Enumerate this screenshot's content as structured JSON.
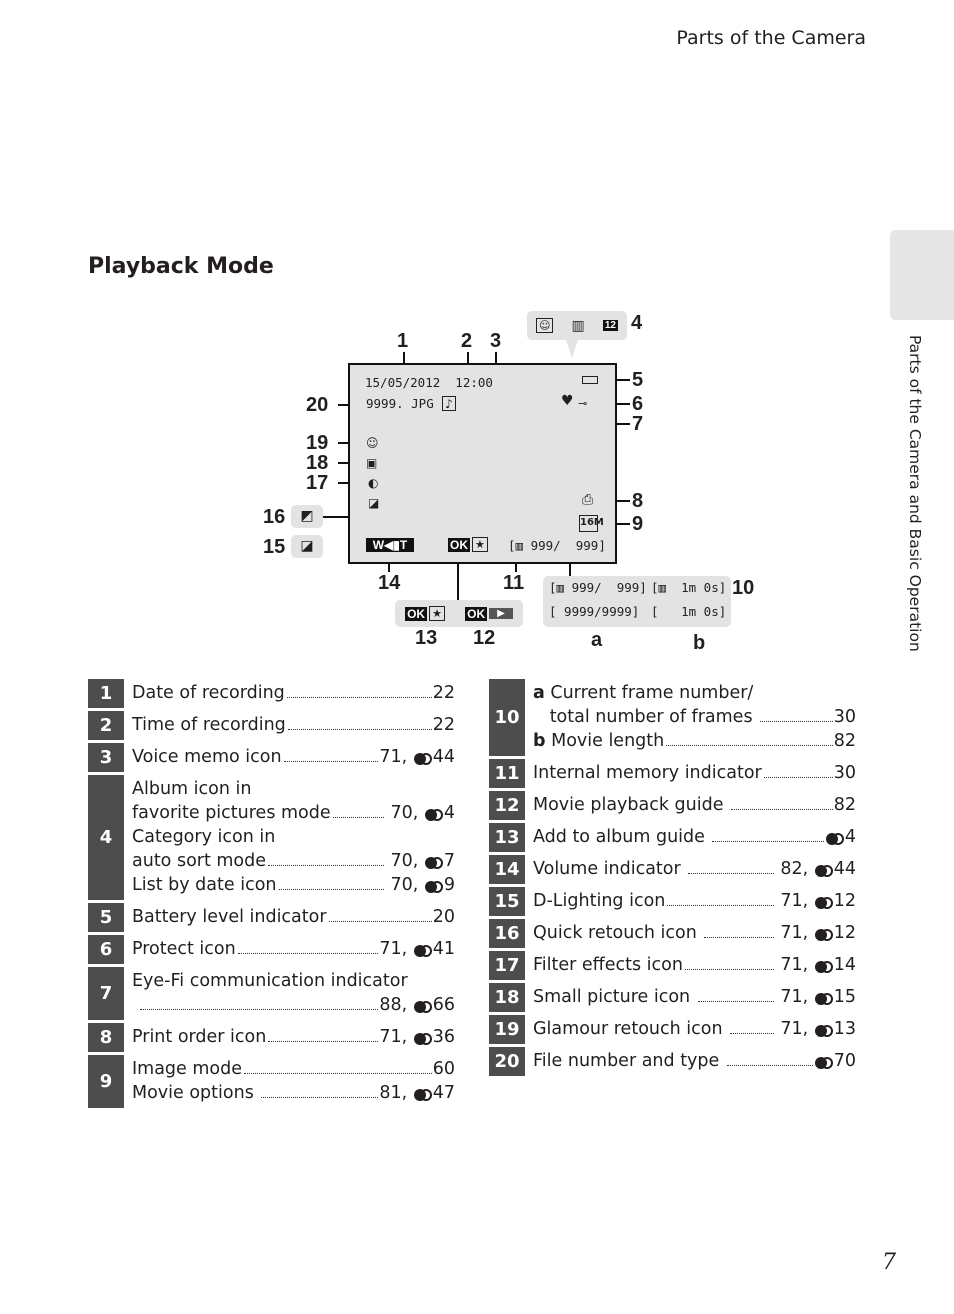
{
  "header": {
    "section": "Parts of the Camera",
    "side_tab": "Parts of the Camera and Basic Operation",
    "page_number": "7"
  },
  "title": "Playback Mode",
  "diagram": {
    "callouts": [
      "1",
      "2",
      "3",
      "4",
      "5",
      "6",
      "7",
      "8",
      "9",
      "10",
      "11",
      "12",
      "13",
      "14",
      "15",
      "16",
      "17",
      "18",
      "19",
      "20"
    ],
    "sub_labels": {
      "a": "a",
      "b": "b"
    },
    "screen": {
      "date_time": "15/05/2012  12:00",
      "file": "9999. JPG",
      "frame_count": "999/  999",
      "image_mode": "16M"
    },
    "box10": {
      "a1": "999/  999]",
      "b1": "1m 0s]",
      "a2": "[ 9999/9999]",
      "b2": "1m 0s]"
    },
    "ok": "OK"
  },
  "left_table": [
    {
      "num": "1",
      "lines": [
        {
          "label": "Date of recording",
          "pages": "22"
        }
      ]
    },
    {
      "num": "2",
      "lines": [
        {
          "label": "Time of recording",
          "pages": "22"
        }
      ]
    },
    {
      "num": "3",
      "lines": [
        {
          "label": "Voice memo icon",
          "pages": "71, ",
          "ref": "44"
        }
      ]
    },
    {
      "num": "4",
      "lines": [
        {
          "label": "Album icon in"
        },
        {
          "label": "favorite pictures mode",
          "pages": " 70, ",
          "ref": "4"
        },
        {
          "label": "Category icon in"
        },
        {
          "label": "auto sort mode",
          "pages": " 70, ",
          "ref": "7"
        },
        {
          "label": "List by date icon",
          "pages": " 70, ",
          "ref": "9"
        }
      ]
    },
    {
      "num": "5",
      "lines": [
        {
          "label": "Battery level indicator",
          "pages": "20"
        }
      ]
    },
    {
      "num": "6",
      "lines": [
        {
          "label": "Protect icon",
          "pages": "71, ",
          "ref": "41"
        }
      ]
    },
    {
      "num": "7",
      "lines": [
        {
          "label": "Eye-Fi communication indicator"
        },
        {
          "label": " ",
          "pages": "88, ",
          "ref": "66"
        }
      ]
    },
    {
      "num": "8",
      "lines": [
        {
          "label": "Print order icon",
          "pages": "71, ",
          "ref": "36"
        }
      ]
    },
    {
      "num": "9",
      "lines": [
        {
          "label": "Image mode",
          "pages": "60"
        },
        {
          "label": "Movie options ",
          "pages": "81, ",
          "ref": "47"
        }
      ]
    }
  ],
  "right_table": [
    {
      "num": "10",
      "lines": [
        {
          "sub": "a",
          "label": " Current frame number/"
        },
        {
          "label": "   total number of frames ",
          "pages": "30"
        },
        {
          "sub": "b",
          "label": " Movie length",
          "pages": "82"
        }
      ]
    },
    {
      "num": "11",
      "lines": [
        {
          "label": "Internal memory indicator",
          "pages": "30"
        }
      ]
    },
    {
      "num": "12",
      "lines": [
        {
          "label": "Movie playback guide ",
          "pages": "82"
        }
      ]
    },
    {
      "num": "13",
      "lines": [
        {
          "label": "Add to album guide ",
          "pages": "",
          "ref": "4"
        }
      ]
    },
    {
      "num": "14",
      "lines": [
        {
          "label": "Volume indicator ",
          "pages": " 82, ",
          "ref": "44"
        }
      ]
    },
    {
      "num": "15",
      "lines": [
        {
          "label": "D-Lighting icon",
          "pages": " 71, ",
          "ref": "12"
        }
      ]
    },
    {
      "num": "16",
      "lines": [
        {
          "label": "Quick retouch icon ",
          "pages": " 71, ",
          "ref": "12"
        }
      ]
    },
    {
      "num": "17",
      "lines": [
        {
          "label": "Filter effects icon",
          "pages": " 71, ",
          "ref": "14"
        }
      ]
    },
    {
      "num": "18",
      "lines": [
        {
          "label": "Small picture icon ",
          "pages": " 71, ",
          "ref": "15"
        }
      ]
    },
    {
      "num": "19",
      "lines": [
        {
          "label": "Glamour retouch icon ",
          "pages": " 71, ",
          "ref": "13"
        }
      ]
    },
    {
      "num": "20",
      "lines": [
        {
          "label": "File number and type ",
          "pages": "",
          "ref": "70"
        }
      ]
    }
  ]
}
